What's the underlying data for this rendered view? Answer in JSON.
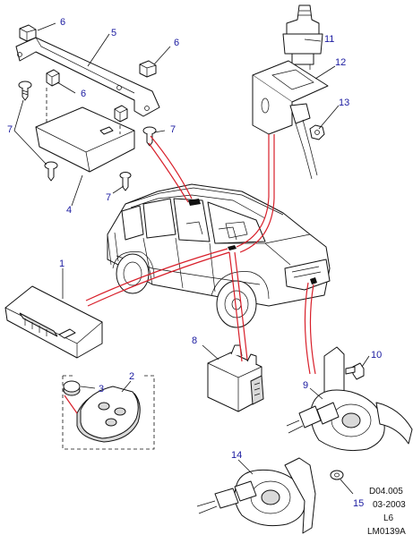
{
  "callouts": {
    "c1": "1",
    "c2": "2",
    "c3": "3",
    "c4": "4",
    "c5": "5",
    "c6a": "6",
    "c6b": "6",
    "c6c": "6",
    "c7a": "7",
    "c7b": "7",
    "c7c": "7",
    "c8": "8",
    "c9": "9",
    "c10": "10",
    "c11": "11",
    "c12": "12",
    "c13": "13",
    "c14": "14",
    "c15": "15"
  },
  "reference": {
    "line1": "D04.005",
    "line2": "03-2003",
    "line3": "L6",
    "line4": "LM0139A"
  },
  "colors": {
    "callout": "#1a1aa0",
    "wire": "#d81f2a",
    "outline": "#111111"
  }
}
